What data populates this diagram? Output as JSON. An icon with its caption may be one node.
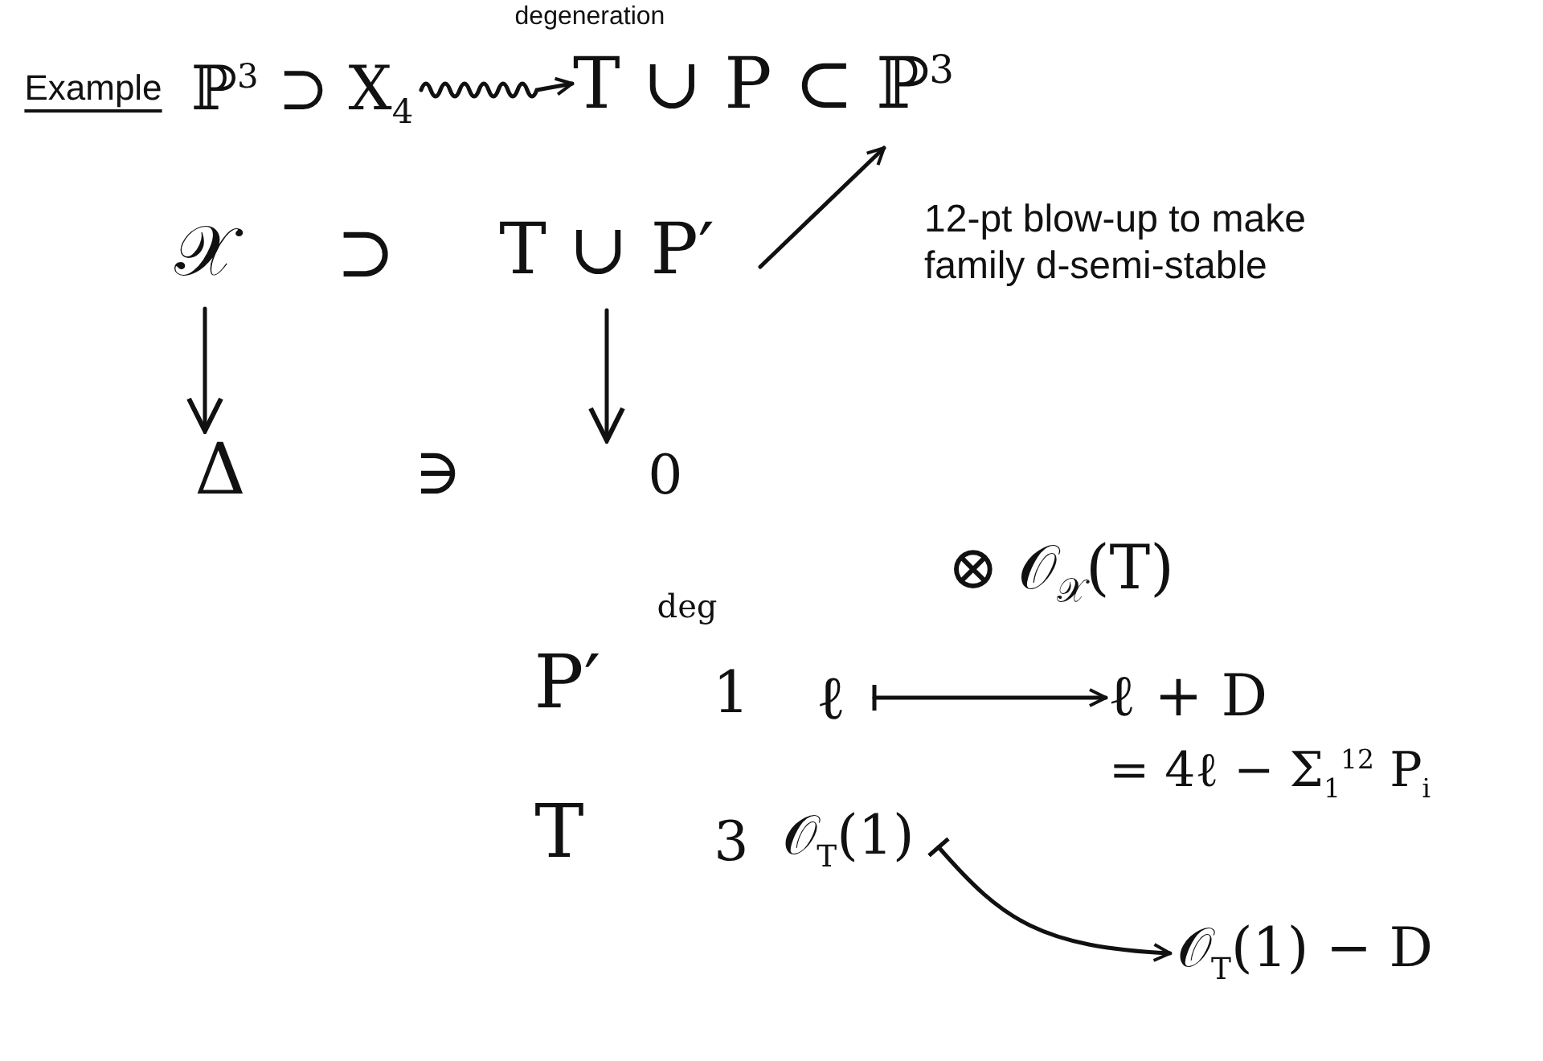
{
  "diagram": {
    "nodes": [
      {
        "text": [
          "ℙ$^{3}$ ⊃ X$_{4}$"
        ]
      },
      {
        "text": [
          "T ∪ P ⊂ ℙ$^{3}$"
        ]
      },
      {
        "text": [
          "𝒳"
        ]
      },
      {
        "text": [
          "T ∪ P′"
        ]
      },
      {
        "text": [
          "Δ"
        ]
      },
      {
        "text": [
          "0"
        ]
      },
      {
        "text": [
          "ℓ"
        ]
      },
      {
        "text": [
          "ℓ + D"
        ]
      },
      {
        "text": [
          "𝒪$_{T}$(1)"
        ]
      },
      {
        "text": [
          "𝒪$_{T}$(1) − D"
        ]
      }
    ],
    "edges": [
      {
        "from": 0,
        "to": 1,
        "arrow": "to",
        "label": "degeneration"
      },
      {
        "from": 3,
        "to": 1,
        "arrow": "to",
        "label": "12-pt blow-up to make family d-semi-stable"
      },
      {
        "from": 2,
        "to": 4,
        "arrow": "to"
      },
      {
        "from": 3,
        "to": 5,
        "arrow": "to"
      },
      {
        "from": 6,
        "to": 7,
        "arrow": "to"
      },
      {
        "from": 8,
        "to": 9,
        "arrow": "to"
      }
    ],
    "labels": [
      "Example",
      "⊃",
      "∋",
      "⊗ 𝒪$_{𝒳}$(T)",
      "deg",
      "P′",
      "1",
      "= 4ℓ − Σ$_{1}$$^{12}$ P$_{i}$",
      "T",
      "3"
    ]
  }
}
